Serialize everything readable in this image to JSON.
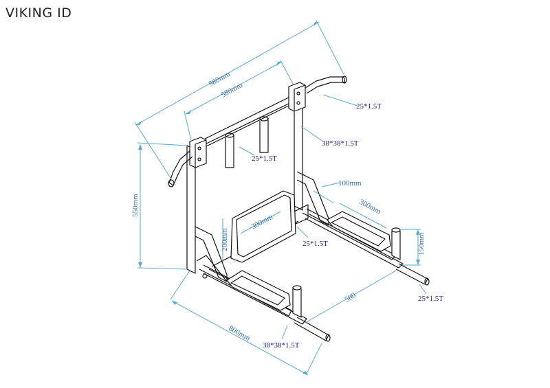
{
  "title": "VIKING ID",
  "colors": {
    "dimension_line": "#55aadd",
    "dimension_text": "#2e6fa7",
    "spec_text": "#1a1a8c",
    "outline": "#111111"
  },
  "dimensions": {
    "total_width": "980mm",
    "inner_width": "580mm",
    "height": "550mm",
    "base_length": "800mm",
    "base_width": "580",
    "pad_length": "300mm",
    "back_pad_length": "300mm",
    "pad_offset": "100mm",
    "back_pad_height": "200mm",
    "post_height": "150mm"
  },
  "specs": {
    "handle_tube": "25*1.5T",
    "pegs_tube": "25*1.5T",
    "upright_tube": "38*38*1.5T",
    "back_mount_tube": "25*1.5T",
    "foot_tube": "25*1.5T",
    "base_tube": "38*38*1.5T"
  }
}
